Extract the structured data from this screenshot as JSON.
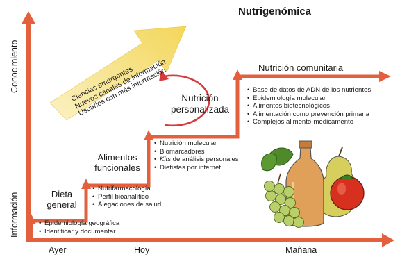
{
  "title": "Nutrigenómica",
  "axes": {
    "y_top": "Conocimiento",
    "y_bottom": "Información",
    "x_labels": [
      "Ayer",
      "Hoy",
      "Mañana"
    ]
  },
  "slogan_lines": [
    "Ciencias emergentes",
    "Nuevos canales de información",
    "Usuarios con más información"
  ],
  "stages": [
    {
      "label_lines": [
        "Dieta",
        "general"
      ],
      "items": [
        "Epidemiología geográfica",
        "Identificar y documentar"
      ]
    },
    {
      "label_lines": [
        "Alimentos",
        "funcionales"
      ],
      "items": [
        "Nutrifarmacología",
        "Perfil bioanalítico",
        "Alegaciones de salud"
      ]
    },
    {
      "label_lines": [
        "Nutrición",
        "personalizada"
      ],
      "items": [
        "Nutrición molecular",
        "Biomarcadores",
        "Kits de análisis personales",
        "Dietistas por internet"
      ]
    },
    {
      "label_lines": [
        "Nutrición comunitaria"
      ],
      "items": [
        "Base de datos de ADN de los nutrientes",
        "Epidemiología molecular",
        "Alimentos biotecnológicos",
        "Alimentación como prevención primaria",
        "Complejos alimento-medicamento"
      ]
    }
  ],
  "colors": {
    "arrow": "#e2603e",
    "slogan_arrow": "#f5dc68",
    "circle": "#d63a3a"
  },
  "illustration_icon": "fruit-bottle-icon"
}
